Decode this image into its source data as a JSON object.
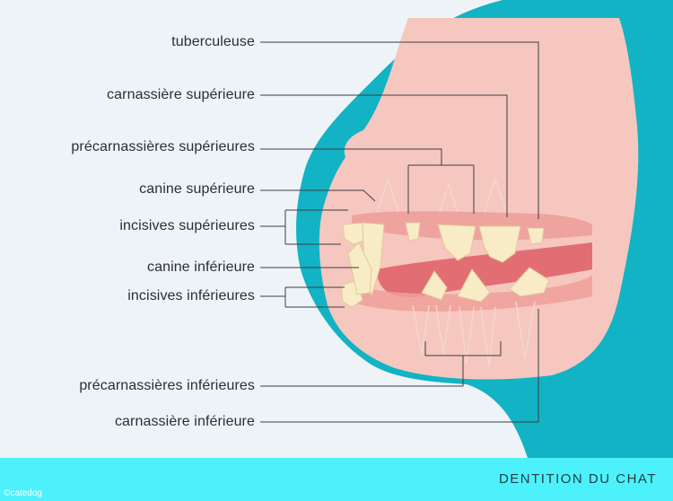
{
  "labels": {
    "tuberculeuse": "tuberculeuse",
    "carnassiere_sup": "carnassière supérieure",
    "precarnassieres_sup": "précarnassières supérieures",
    "canine_sup": "canine supérieure",
    "incisives_sup": "incisives supérieures",
    "canine_inf": "canine inférieure",
    "incisives_inf": "incisives inférieures",
    "precarnassieres_inf": "précarnassières inférieures",
    "carnassiere_inf": "carnassière inférieure"
  },
  "footer": {
    "title": "DENTITION DU CHAT",
    "copyright_symbol": "©",
    "copyright": "catedog"
  },
  "colors": {
    "teal": "#12b3c4",
    "cyan_band": "#4df1fb",
    "skin": "#f6c7be",
    "gum": "#ee9f9b",
    "tongue": "#e26e73",
    "tooth": "#f8ecc6",
    "leader_line": "#3a3f45"
  }
}
